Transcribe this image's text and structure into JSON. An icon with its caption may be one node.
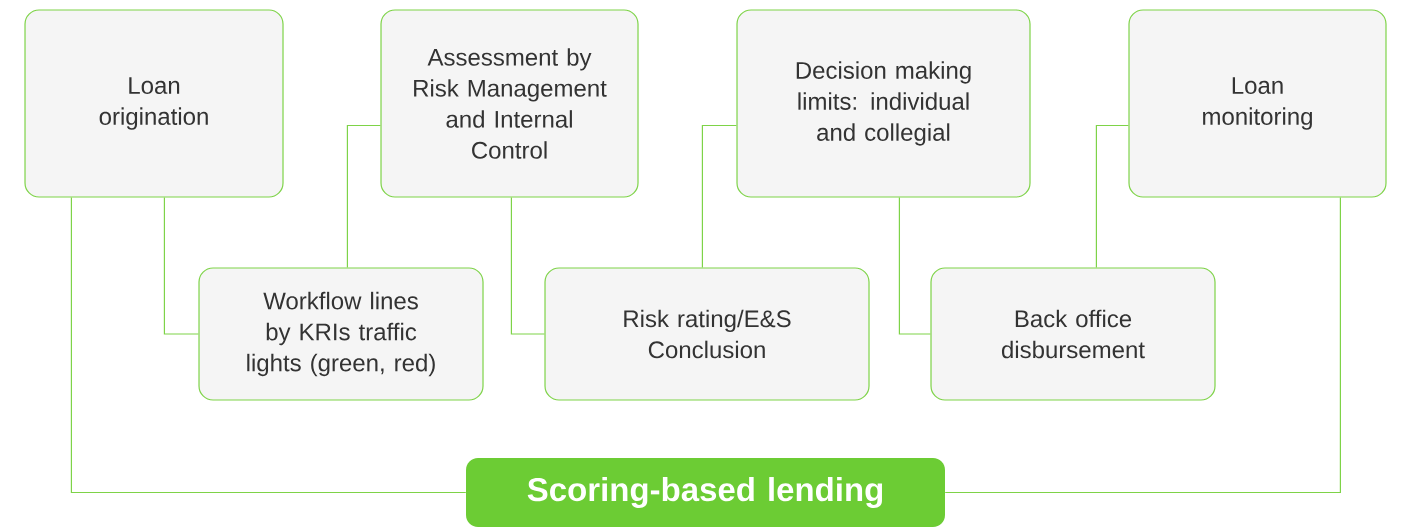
{
  "diagram": {
    "nodes": [
      {
        "text": [
          "Loan origination"
        ]
      },
      {
        "text": [
          "Workflow lines by KRIs traffic lights (green, red)"
        ]
      },
      {
        "text": [
          "Assessment by Risk Management and Internal Control"
        ]
      },
      {
        "text": [
          "Risk rating/E&S Conclusion"
        ]
      },
      {
        "text": [
          "Decision making limits: individual and collegial"
        ]
      },
      {
        "text": [
          "Back office disbursement"
        ]
      },
      {
        "text": [
          "Loan monitoring"
        ]
      },
      {
        "text": [
          "Scoring-based lending"
        ]
      }
    ],
    "edges": [
      {
        "from": 0,
        "to": 1,
        "arrow": "none"
      },
      {
        "from": 1,
        "to": 2,
        "arrow": "none"
      },
      {
        "from": 2,
        "to": 3,
        "arrow": "none"
      },
      {
        "from": 3,
        "to": 4,
        "arrow": "none"
      },
      {
        "from": 4,
        "to": 5,
        "arrow": "none"
      },
      {
        "from": 5,
        "to": 6,
        "arrow": "none"
      },
      {
        "from": 0,
        "to": 7,
        "arrow": "none"
      },
      {
        "from": 6,
        "to": 7,
        "arrow": "none"
      }
    ]
  }
}
